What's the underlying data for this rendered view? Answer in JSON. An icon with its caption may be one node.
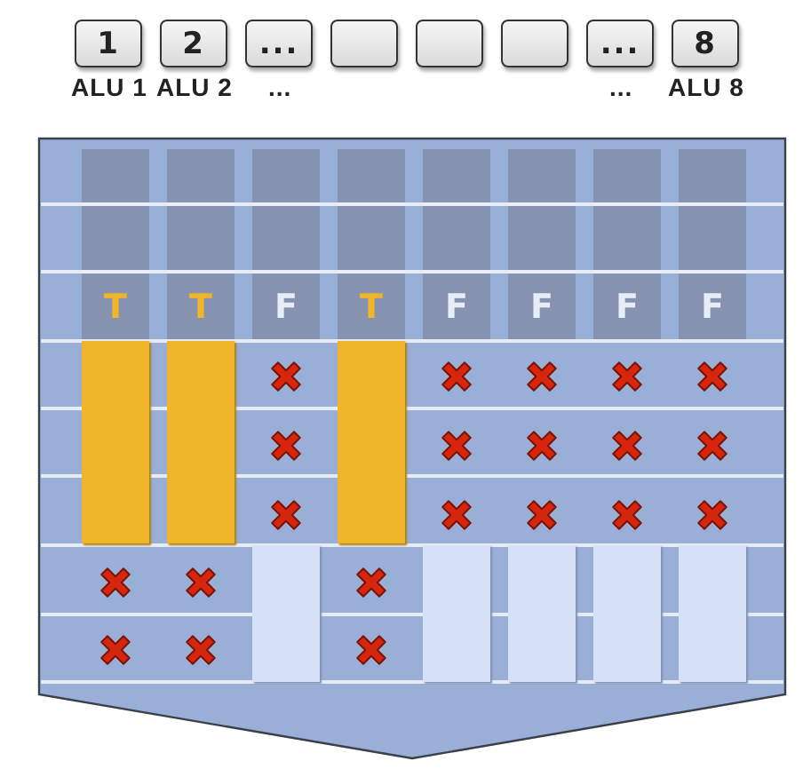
{
  "diagram": {
    "nodes": [
      {
        "text": [
          "1"
        ],
        "beside": [
          "ALU 1"
        ]
      },
      {
        "text": [
          "2"
        ],
        "beside": [
          "ALU 2"
        ]
      },
      {
        "text": [
          "..."
        ],
        "beside": [
          "..."
        ]
      },
      {
        "text": [],
        "shape": "box"
      },
      {
        "text": [],
        "shape": "box"
      },
      {
        "text": [],
        "shape": "box"
      },
      {
        "text": [
          "..."
        ],
        "beside": [
          "..."
        ]
      },
      {
        "text": [
          "8"
        ],
        "beside": [
          "ALU 8"
        ]
      },
      {
        "text": [
          "T"
        ]
      },
      {
        "text": [
          "T"
        ]
      },
      {
        "text": [
          "F"
        ]
      },
      {
        "text": [
          "T"
        ]
      },
      {
        "text": [
          "F"
        ]
      },
      {
        "text": [
          "F"
        ]
      },
      {
        "text": [
          "F"
        ]
      },
      {
        "text": [
          "F"
        ]
      },
      {
        "text": [],
        "shape": "bar"
      },
      {
        "text": [],
        "shape": "bar"
      },
      {
        "text": [],
        "shape": "bar"
      },
      {
        "text": [],
        "shape": "bar"
      },
      {
        "text": [],
        "shape": "bar"
      },
      {
        "text": [],
        "shape": "bar"
      },
      {
        "text": [],
        "shape": "bar"
      },
      {
        "text": [],
        "shape": "bar"
      }
    ]
  }
}
